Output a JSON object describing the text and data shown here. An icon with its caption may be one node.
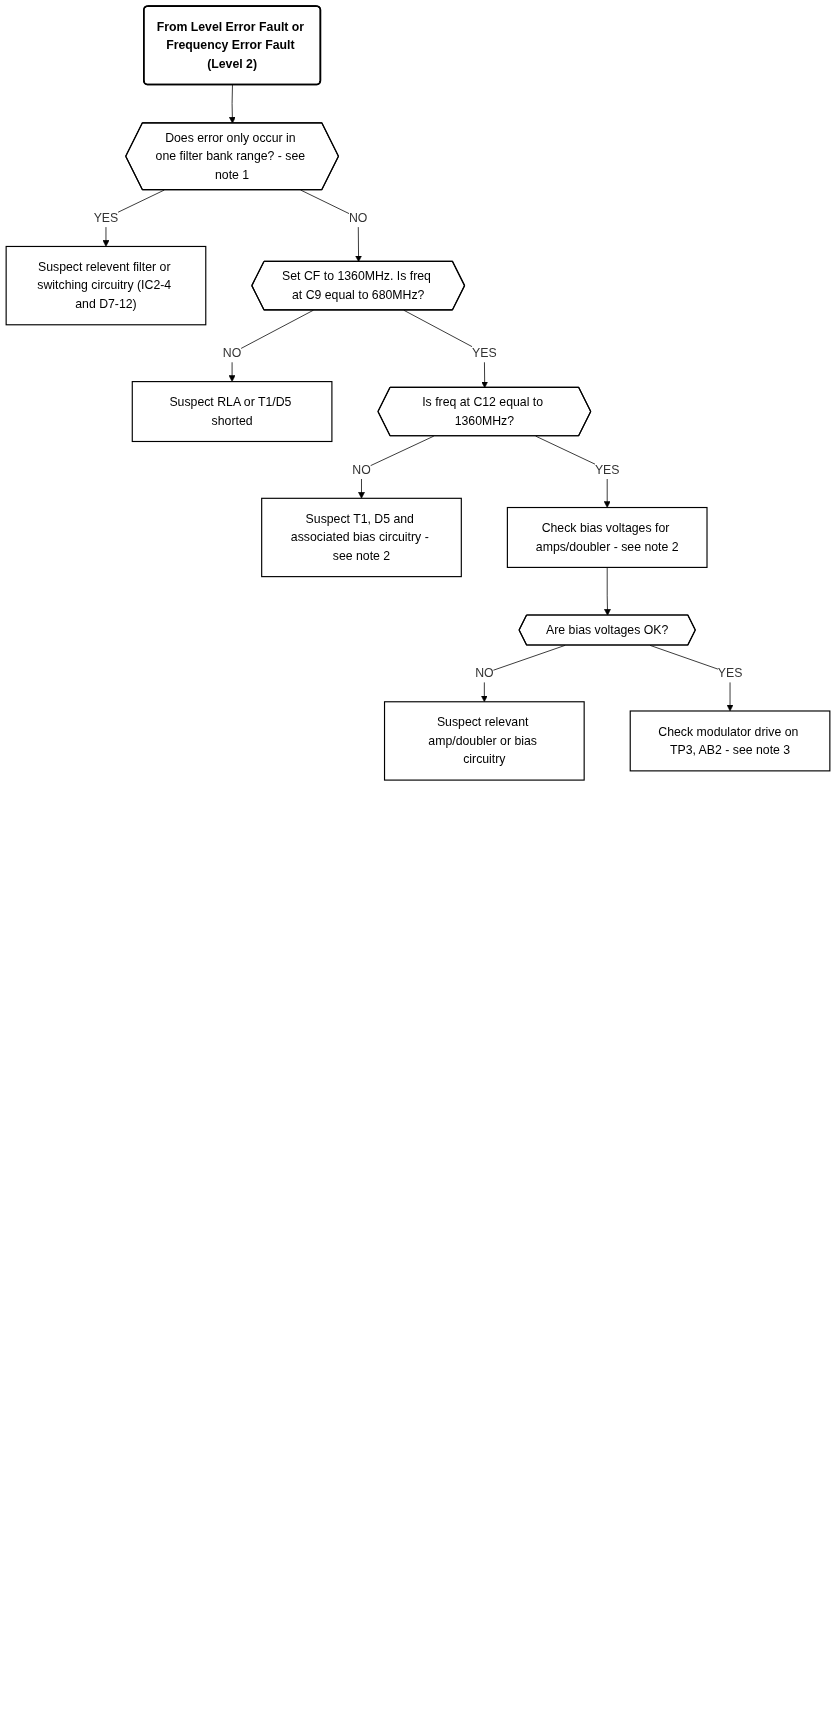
{
  "diagram": {
    "nodes": [
      {
        "text": [
          "From Level Error Fault or Frequency Error Fault (Level 2)"
        ]
      },
      {
        "text": [
          "Does error only occur in one filter bank range? - see note 1"
        ]
      },
      {
        "text": [
          "Suspect relevent filter or switching circuitry (IC2-4 and D7-12)"
        ]
      },
      {
        "text": [
          "Set CF to 1360MHz. Is freq at C9 equal to 680MHz?"
        ]
      },
      {
        "text": [
          "Suspect RLA or T1/D5 shorted"
        ]
      },
      {
        "text": [
          "Is freq at C12 equal to 1360MHz?"
        ]
      },
      {
        "text": [
          "Suspect T1, D5 and associated bias circuitry - see note 2"
        ]
      },
      {
        "text": [
          "Check bias voltages for amps/doubler - see note 2"
        ]
      },
      {
        "text": [
          "Are bias voltages OK?"
        ]
      },
      {
        "text": [
          "Suspect relevant amp/doubler or bias circuitry"
        ]
      },
      {
        "text": [
          "Check modulator drive on TP3, AB2 - see note 3"
        ]
      }
    ],
    "edges": [
      {
        "from": 0,
        "to": 1,
        "arrow": "to"
      },
      {
        "from": 1,
        "to": 2,
        "arrow": "to",
        "label": "YES"
      },
      {
        "from": 1,
        "to": 3,
        "arrow": "to",
        "label": "NO"
      },
      {
        "from": 3,
        "to": 4,
        "arrow": "to",
        "label": "NO"
      },
      {
        "from": 3,
        "to": 5,
        "arrow": "to",
        "label": "YES"
      },
      {
        "from": 5,
        "to": 6,
        "arrow": "to",
        "label": "NO"
      },
      {
        "from": 5,
        "to": 7,
        "arrow": "to",
        "label": "YES"
      },
      {
        "from": 7,
        "to": 8,
        "arrow": "to"
      },
      {
        "from": 8,
        "to": 9,
        "arrow": "to",
        "label": "NO"
      },
      {
        "from": 8,
        "to": 10,
        "arrow": "to",
        "label": "YES"
      }
    ]
  }
}
